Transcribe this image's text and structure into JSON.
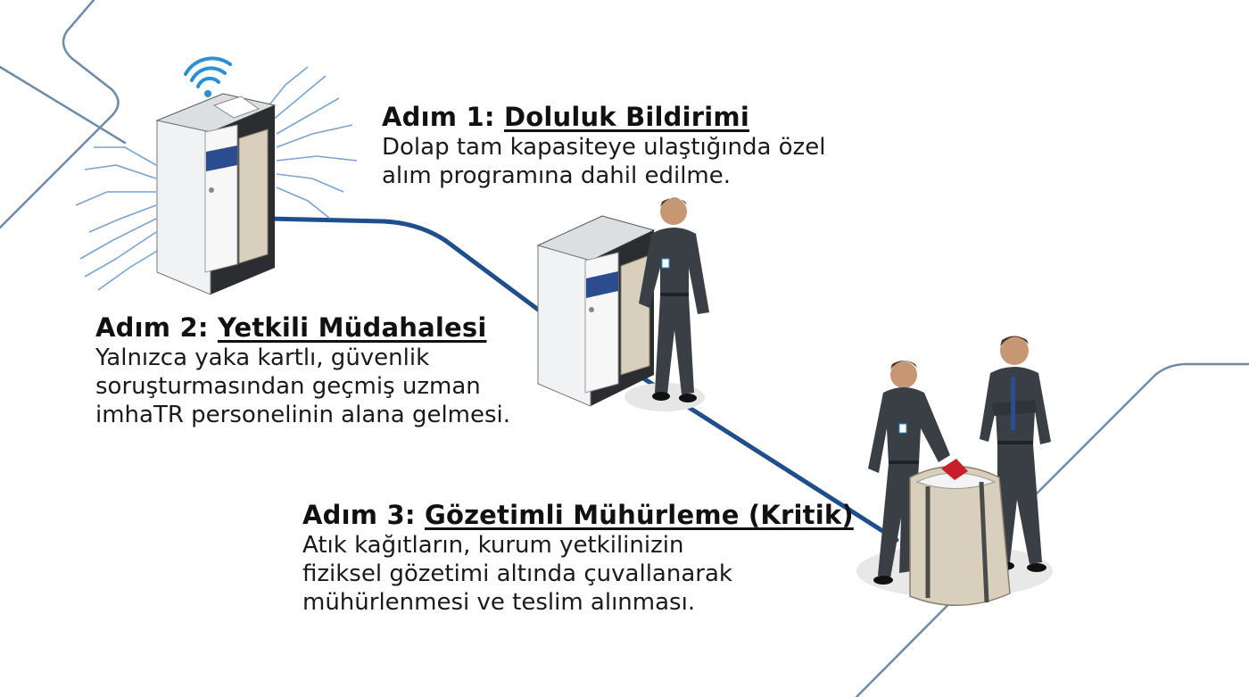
{
  "steps": [
    {
      "prefix": "Adım 1:",
      "name": "Doluluk Bildirimi",
      "description": [
        "Dolap tam kapasiteye ulaştığında özel",
        "alım programına dahil edilme."
      ]
    },
    {
      "prefix": "Adım 2:",
      "name": "Yetkili Müdahalesi",
      "description": [
        "Yalnızca yaka kartlı, güvenlik",
        "soruşturmasından geçmiş uzman",
        "imhaTR personelinin alana gelmesi."
      ]
    },
    {
      "prefix": "Adım 3:",
      "name": "Gözetimli Mühürleme (Kritik)",
      "description": [
        "Atık kağıtların, kurum yetkilinizin",
        "fiziksel gözetimi altında çuvallanarak",
        "mühürlenmesi ve teslim alınması."
      ]
    }
  ],
  "colors": {
    "path": "#1f4e8c",
    "circuit": "#5a7fa6",
    "signal": "#2a8fd4",
    "cabinet": "#f1f2f3",
    "cabinet_frame": "#2b2d30",
    "stripe": "#2b4d8f",
    "uniform": "#3a3f45",
    "bag": "#d9cfbd",
    "seal": "#c8202a"
  },
  "icons": [
    "wifi-icon",
    "circuit-lines",
    "cabinet",
    "worker",
    "sealed-bag"
  ]
}
